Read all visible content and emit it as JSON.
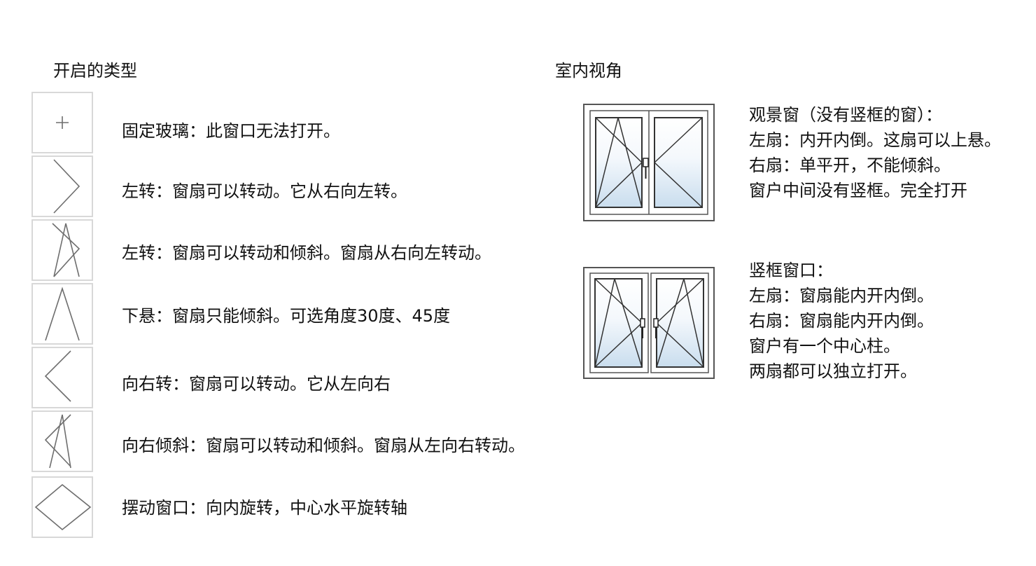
{
  "left_section": {
    "heading": "开启的类型",
    "opening_types": [
      {
        "icon": "fixed-plus-icon",
        "label": "固定玻璃：此窗口无法打开。"
      },
      {
        "icon": "turn-left-chevron-icon",
        "label": "左转：窗扇可以转动。它从右向左转。"
      },
      {
        "icon": "tilt-turn-left-icon",
        "label": "左转：窗扇可以转动和倾斜。窗扇从右向左转动。"
      },
      {
        "icon": "bottom-hung-tilt-icon",
        "label": "下悬：窗扇只能倾斜。可选角度30度、45度"
      },
      {
        "icon": "turn-right-chevron-icon",
        "label": "向右转：窗扇可以转动。它从左向右"
      },
      {
        "icon": "tilt-turn-right-icon",
        "label": "向右倾斜：窗扇可以转动和倾斜。窗扇从左向右转动。"
      },
      {
        "icon": "pivot-diamond-icon",
        "label": "摆动窗口：向内旋转，中心水平旋转轴"
      }
    ]
  },
  "right_section": {
    "heading": "室内视角",
    "windows": [
      {
        "image": "double-window-no-mullion-image",
        "lines": [
          "观景窗（没有竖框的窗）：",
          "左扇：内开内倒。这扇可以上悬。",
          "右扇：单平开，不能倾斜。",
          "窗户中间没有竖框。完全打开"
        ]
      },
      {
        "image": "double-window-with-mullion-image",
        "lines": [
          "竖框窗口：",
          "左扇：窗扇能内开内倒。",
          "右扇：窗扇能内开内倒。",
          "窗户有一个中心柱。",
          "两扇都可以独立打开。"
        ]
      }
    ]
  },
  "colors": {
    "text": "#111111",
    "icon_border": "#d8d8d8",
    "icon_stroke": "#6e6e6e",
    "frame_stroke": "#555555",
    "glass_top": "#ffffff",
    "glass_bottom": "#cfe0ef"
  }
}
